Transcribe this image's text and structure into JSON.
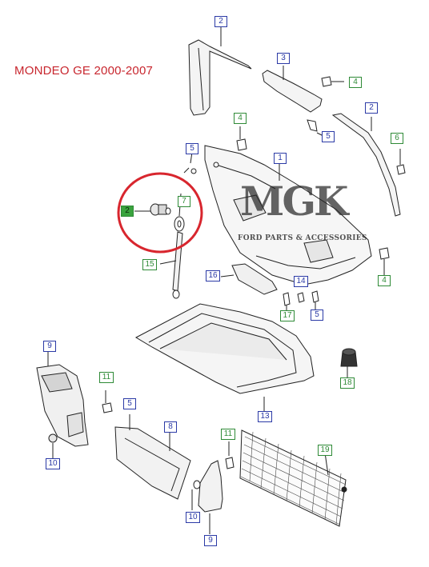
{
  "title": "MONDEO GE 2000-2007",
  "watermark": {
    "brand": "MGK",
    "tagline": "FORD PARTS & ACCESSORIES"
  },
  "highlight_color": "#d8262e",
  "callouts": [
    {
      "id": "c2a",
      "label": "2",
      "style": "blue"
    },
    {
      "id": "c3",
      "label": "3",
      "style": "blue"
    },
    {
      "id": "c4a",
      "label": "4",
      "style": "green"
    },
    {
      "id": "c2b",
      "label": "2",
      "style": "blue"
    },
    {
      "id": "c4b",
      "label": "4",
      "style": "green"
    },
    {
      "id": "c5a",
      "label": "5",
      "style": "blue"
    },
    {
      "id": "c6",
      "label": "6",
      "style": "green"
    },
    {
      "id": "c5b",
      "label": "5",
      "style": "blue"
    },
    {
      "id": "c1",
      "label": "1",
      "style": "blue"
    },
    {
      "id": "c7",
      "label": "7",
      "style": "green"
    },
    {
      "id": "c2c",
      "label": "2",
      "style": "fill"
    },
    {
      "id": "c15",
      "label": "15",
      "style": "green"
    },
    {
      "id": "c4c",
      "label": "4",
      "style": "green"
    },
    {
      "id": "c16",
      "label": "16",
      "style": "blue"
    },
    {
      "id": "c14",
      "label": "14",
      "style": "blue"
    },
    {
      "id": "c17",
      "label": "17",
      "style": "green"
    },
    {
      "id": "c5c",
      "label": "5",
      "style": "blue"
    },
    {
      "id": "c9a",
      "label": "9",
      "style": "blue"
    },
    {
      "id": "c18",
      "label": "18",
      "style": "green"
    },
    {
      "id": "c11a",
      "label": "11",
      "style": "green"
    },
    {
      "id": "c13",
      "label": "13",
      "style": "blue"
    },
    {
      "id": "c5d",
      "label": "5",
      "style": "blue"
    },
    {
      "id": "c8",
      "label": "8",
      "style": "blue"
    },
    {
      "id": "c11b",
      "label": "11",
      "style": "green"
    },
    {
      "id": "c19",
      "label": "19",
      "style": "green"
    },
    {
      "id": "c10a",
      "label": "10",
      "style": "blue"
    },
    {
      "id": "c10b",
      "label": "10",
      "style": "blue"
    },
    {
      "id": "c9b",
      "label": "9",
      "style": "blue"
    }
  ]
}
